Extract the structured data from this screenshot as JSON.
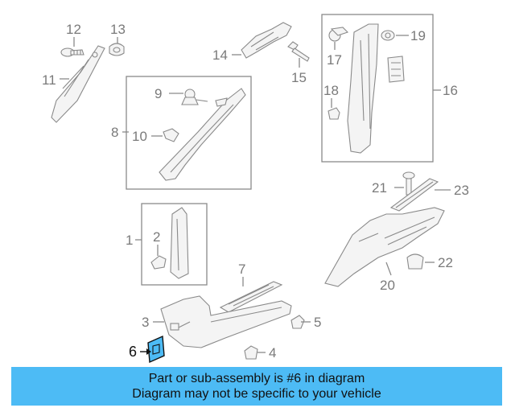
{
  "callouts": {
    "c1": "1",
    "c2": "2",
    "c3": "3",
    "c4": "4",
    "c5": "5",
    "c6": "6",
    "c7": "7",
    "c8": "8",
    "c9": "9",
    "c10": "10",
    "c11": "11",
    "c12": "12",
    "c13": "13",
    "c14": "14",
    "c15": "15",
    "c16": "16",
    "c17": "17",
    "c18": "18",
    "c19": "19",
    "c20": "20",
    "c21": "21",
    "c22": "22",
    "c23": "23"
  },
  "highlight_color": "#4dbbf5",
  "banner": {
    "line1": "Part or sub-assembly is #6 in diagram",
    "line2": "Diagram may not be specific to your vehicle"
  }
}
